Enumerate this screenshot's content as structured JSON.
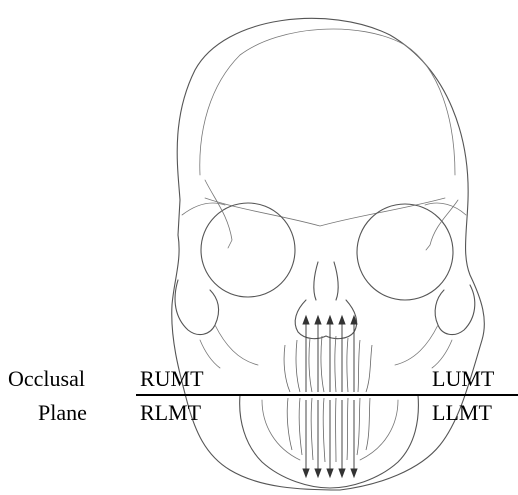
{
  "labels": {
    "occlusal_line1": "Occlusal",
    "occlusal_line2": "Plane",
    "rumt": "RUMT",
    "rlmt": "RLMT",
    "lumt": "LUMT",
    "llmt": "LLMT"
  },
  "colors": {
    "outline": "#555555",
    "plane_line": "#000000",
    "text": "#000000",
    "background": "#ffffff"
  }
}
